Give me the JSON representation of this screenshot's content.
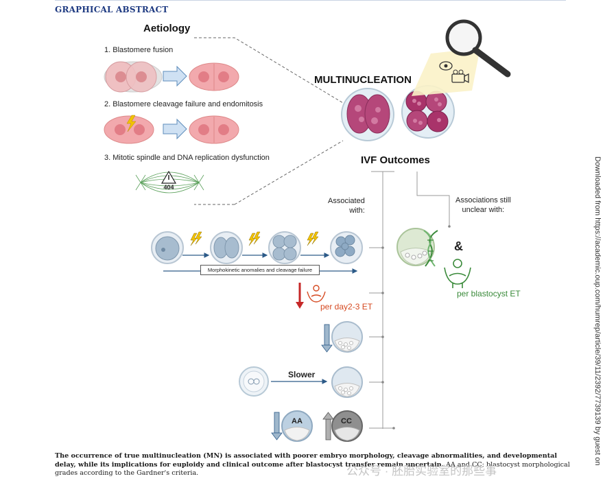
{
  "header": "GRAPHICAL ABSTRACT",
  "aetiology": {
    "title": "Aetiology",
    "items": [
      "1. Blastomere fusion",
      "2. Blastomere cleavage failure and endomitosis",
      "3. Mitotic spindle and DNA replication dysfunction"
    ],
    "spindle_code": "404"
  },
  "multinucleation_title": "MULTINUCLEATION",
  "ivf_title": "IVF Outcomes",
  "associated_label": "Associated\nwith:",
  "unclear_label": "Associations still\nunclear with:",
  "ampersand": "&",
  "morphokinetic_label": "Morphokinetic anomalies and cleavage failure",
  "per_day_label": "per day2-3 ET",
  "per_blastocyst_label": "per blastocyst ET",
  "slower_label": "Slower",
  "aa_label": "AA",
  "cc_label": "CC",
  "caption": {
    "bold": "The occurrence of true multinucleation (MN) is associated with poorer embryo morphology, cleavage abnormalities, and developmental delay, while its implications for euploidy and clinical outcome after blastocyst transfer remain uncertain.",
    "normal": " AA and CC: blastocyst morphological grades according to the Gardner's criteria."
  },
  "sidebar_text": "Downloaded from https://academic.oup.com/humrep/article/39/11/2392/7739139 by guest on",
  "watermark": "公众号 · 胚胎实验室的那些事",
  "colors": {
    "header": "#1f3b82",
    "pink_cell": "#f2a9ad",
    "purple_cell": "#a9336a",
    "blue_embryo": "#9fb7cc",
    "arrow_red": "#c62828",
    "green": "#3a8a3a",
    "lightning": "#f2c200"
  }
}
